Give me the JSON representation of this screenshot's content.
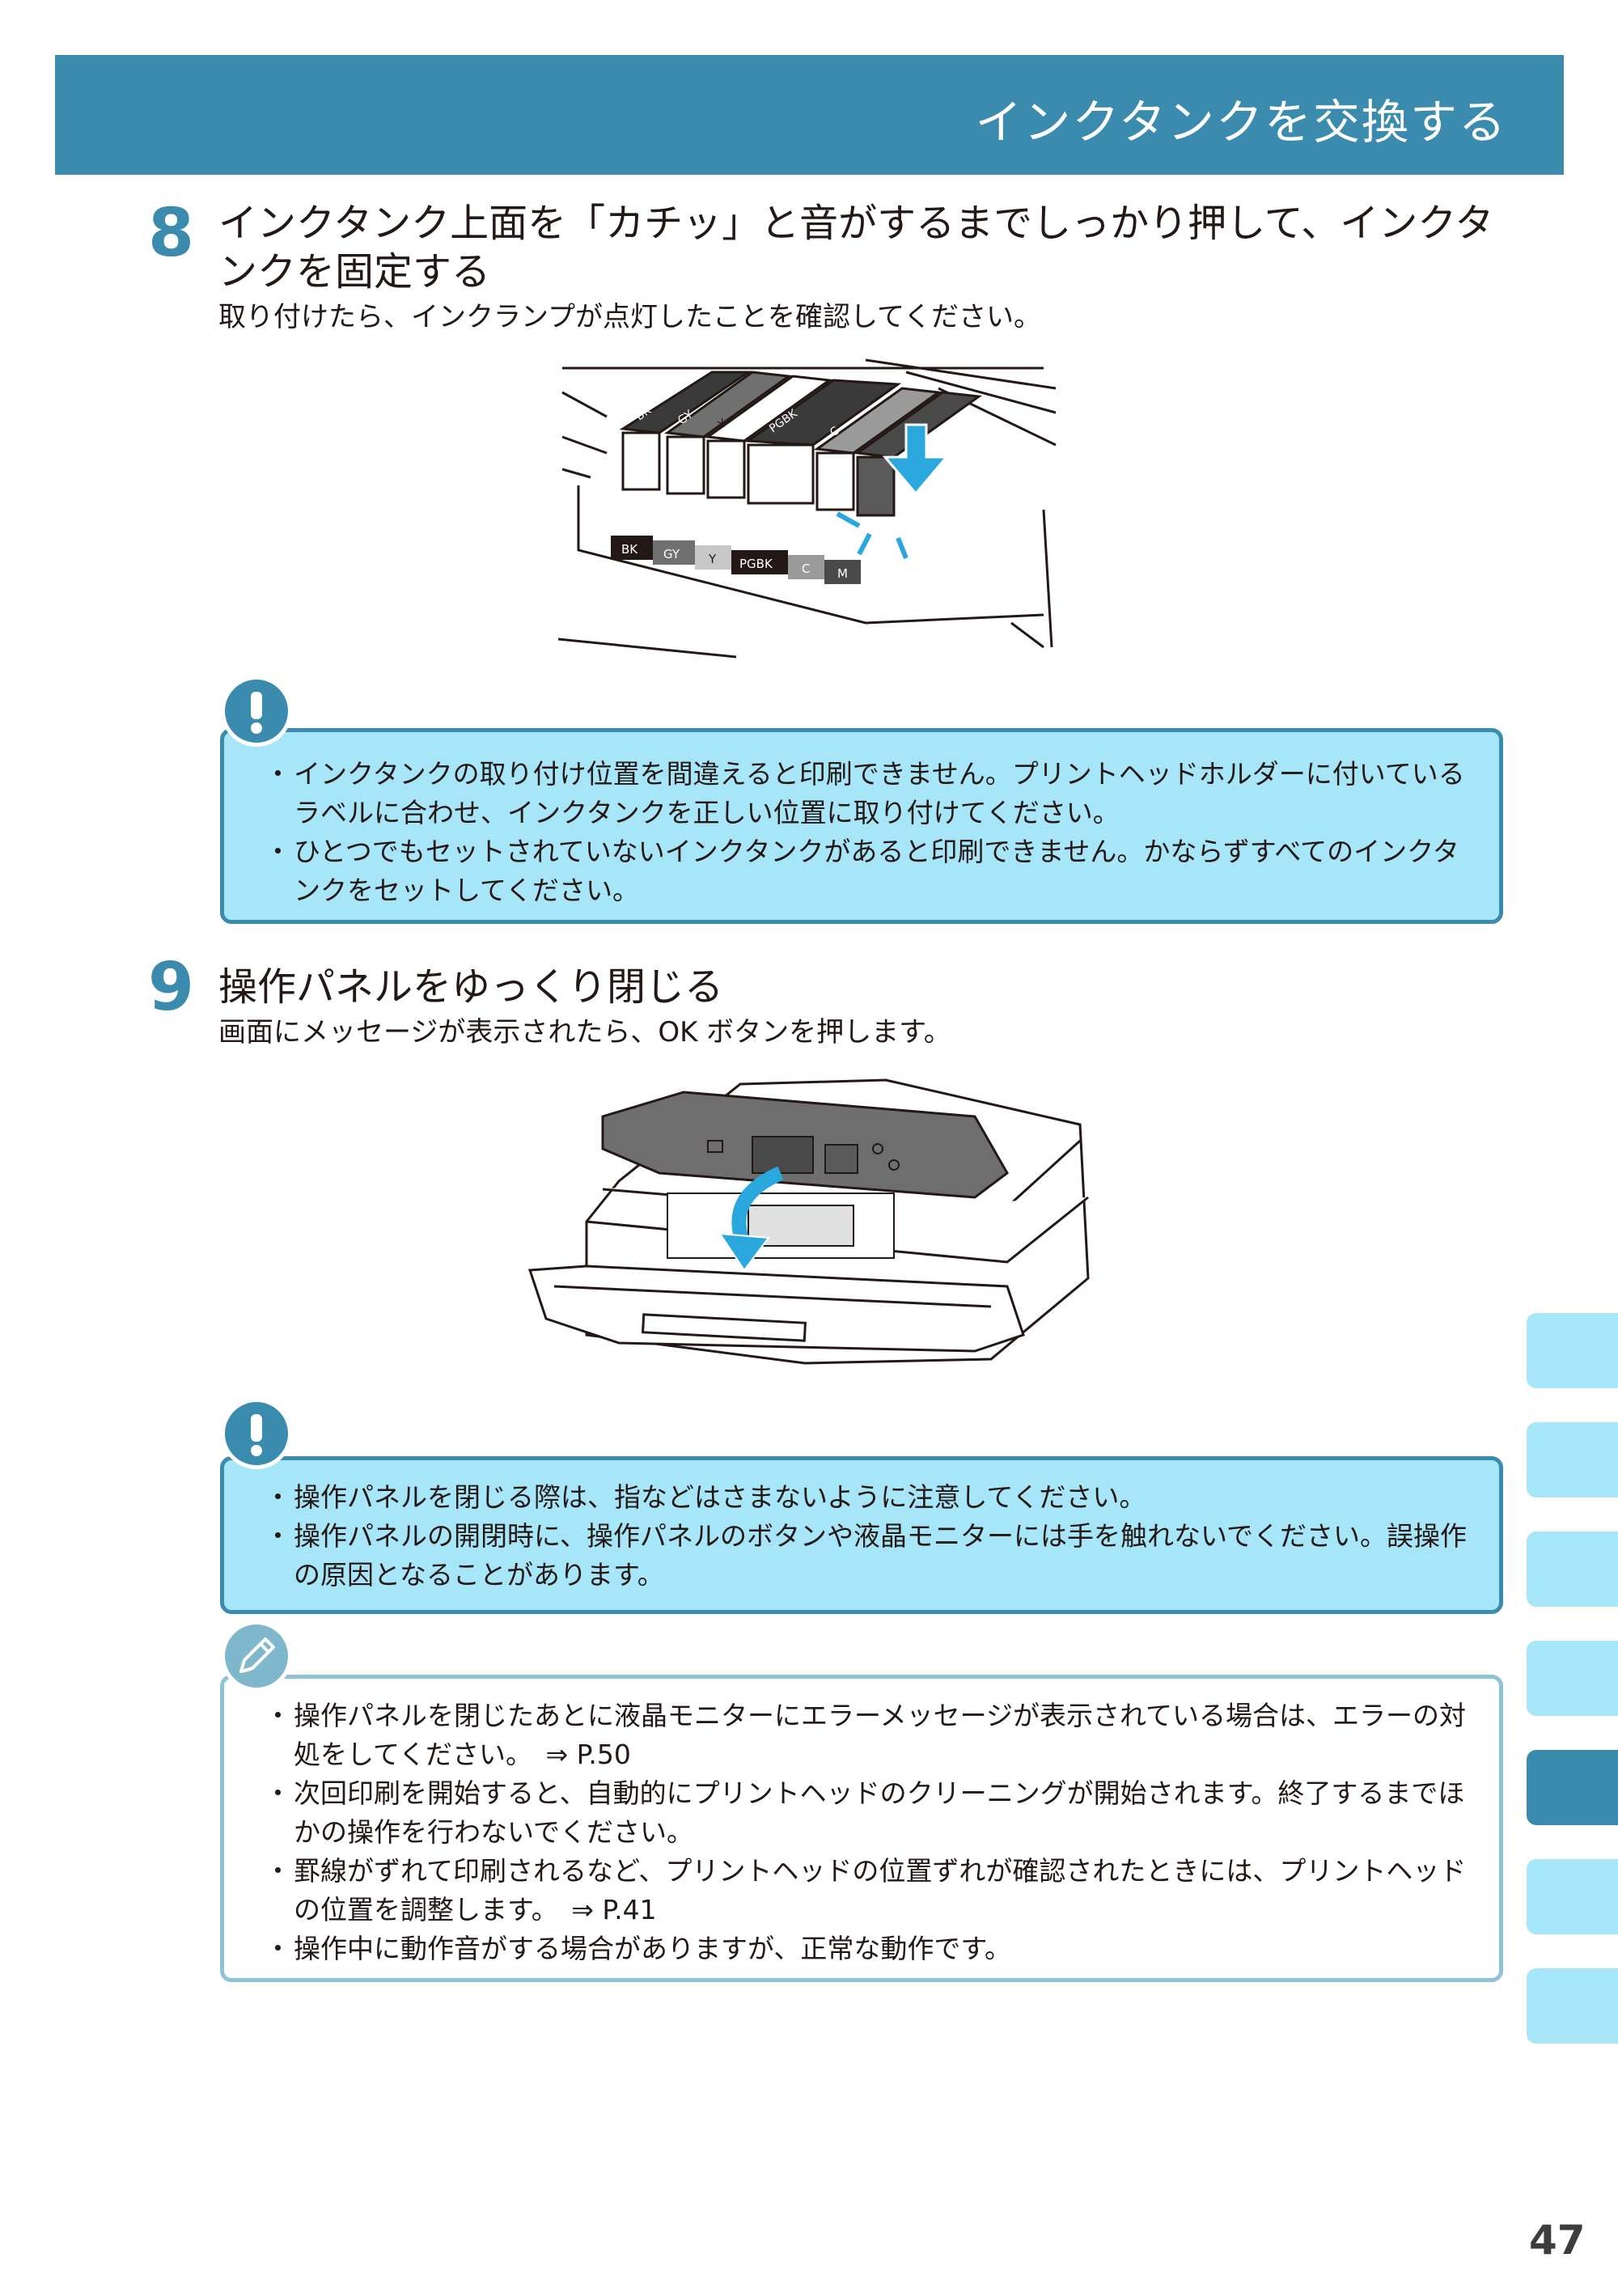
{
  "header": {
    "title": "インクタンクを交換する"
  },
  "step8": {
    "number": "8",
    "title": "インクタンク上面を「カチッ」と音がするまでしっかり押して、インクタンクを固定する",
    "subtitle": "取り付けたら、インクランプが点灯したことを確認してください。",
    "illustration": {
      "cartridge_labels": [
        "BK",
        "GY",
        "Y",
        "PGBK",
        "C",
        "M"
      ]
    }
  },
  "caution1": {
    "icon": "exclamation-icon",
    "items": [
      "インクタンクの取り付け位置を間違えると印刷できません。プリントヘッドホルダーに付いているラベルに合わせ、インクタンクを正しい位置に取り付けてください。",
      "ひとつでもセットされていないインクタンクがあると印刷できません。かならずすべてのインクタンクをセットしてください。"
    ]
  },
  "step9": {
    "number": "9",
    "title": "操作パネルをゆっくり閉じる",
    "subtitle": "画面にメッセージが表示されたら、OK ボタンを押します。"
  },
  "caution2": {
    "icon": "exclamation-icon",
    "items": [
      "操作パネルを閉じる際は、指などはさまないように注意してください。",
      "操作パネルの開閉時に、操作パネルのボタンや液晶モニターには手を触れないでください。誤操作の原因となることがあります。"
    ]
  },
  "note": {
    "icon": "pencil-icon",
    "items": [
      "操作パネルを閉じたあとに液晶モニターにエラーメッセージが表示されている場合は、エラーの対処をしてください。　⇒ P.50",
      "次回印刷を開始すると、自動的にプリントヘッドのクリーニングが開始されます。終了するまでほかの操作を行わないでください。",
      "罫線がずれて印刷されるなど、プリントヘッドの位置ずれが確認されたときには、プリントヘッドの位置を調整します。　⇒ P.41",
      "操作中に動作音がする場合がありますが、正常な動作です。"
    ]
  },
  "colors": {
    "accent": "#3a8bad",
    "caution_bg": "#a6e6f8",
    "arrow": "#2aa7dd"
  },
  "side_tabs": {
    "count": 7,
    "active_index": 4
  },
  "page_number": "47"
}
